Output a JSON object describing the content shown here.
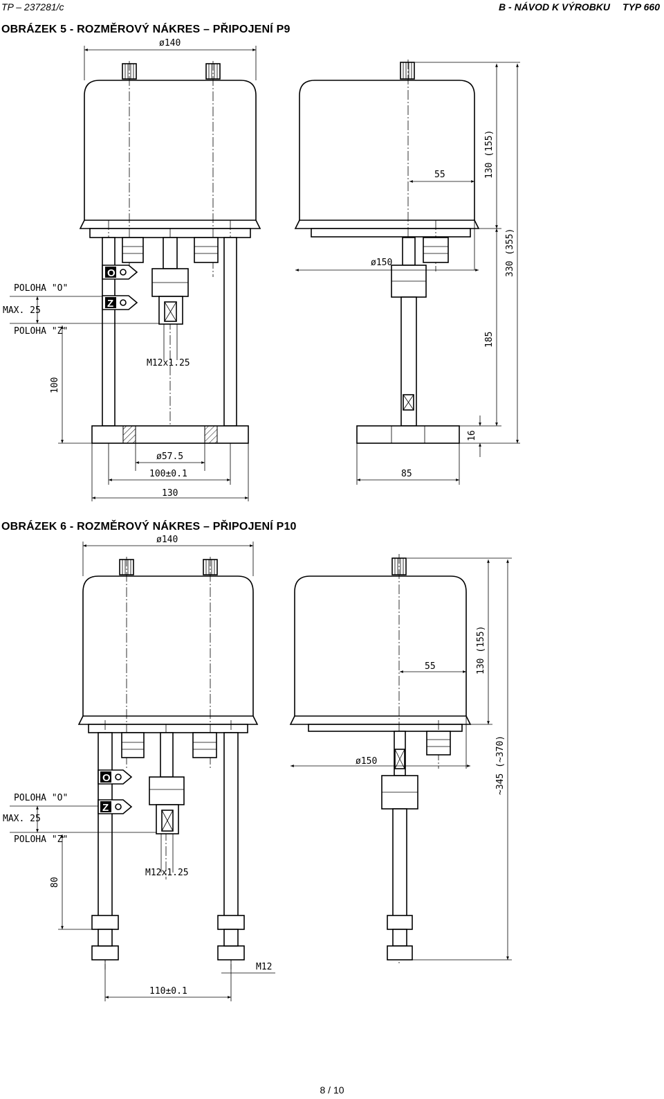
{
  "header": {
    "left": "TP – 237281/c",
    "right_title": "B - NÁVOD K VÝROBKU",
    "right_type": "TYP 660"
  },
  "figure5": {
    "title": "OBRÁZEK 5 - ROZMĚROVÝ NÁKRES – PŘIPOJENÍ P9",
    "dims": {
      "dia140": "ø140",
      "dia150": "ø150",
      "d55": "55",
      "d130_155": "130 (155)",
      "d330_355": "330 (355)",
      "d185": "185",
      "d16": "16",
      "d85": "85",
      "d100": "100",
      "m12": "M12x1.25",
      "dia57": "ø57.5",
      "d100tol": "100±0.1",
      "d130": "130"
    },
    "labels": {
      "poloha_o": "POLOHA \"O\"",
      "max25": "MAX. 25",
      "poloha_z": "POLOHA \"Z\"",
      "mark_o": "O",
      "mark_z": "Z"
    }
  },
  "figure6": {
    "title": "OBRÁZEK 6 - ROZMĚROVÝ NÁKRES – PŘIPOJENÍ P10",
    "dims": {
      "dia140": "ø140",
      "dia150": "ø150",
      "d55": "55",
      "d130_155": "130 (155)",
      "d345_370": "~345 (~370)",
      "d80": "80",
      "m12x125": "M12x1.25",
      "m12": "M12",
      "d110tol": "110±0.1"
    },
    "labels": {
      "poloha_o": "POLOHA \"O\"",
      "max25": "MAX. 25",
      "poloha_z": "POLOHA \"Z\"",
      "mark_o": "O",
      "mark_z": "Z"
    }
  },
  "footer": {
    "page": "8 / 10"
  }
}
